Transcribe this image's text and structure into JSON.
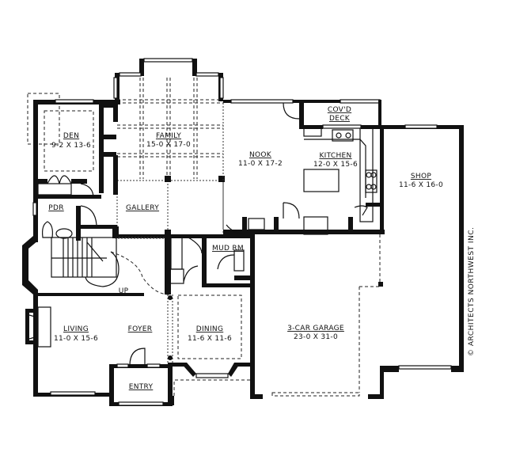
{
  "plan": {
    "type": "floor-plan",
    "rooms": [
      {
        "id": "den",
        "name": "DEN",
        "dims": "9-2 X 13-6"
      },
      {
        "id": "family",
        "name": "FAMILY",
        "dims": "15-0 X 17-0"
      },
      {
        "id": "nook",
        "name": "NOOK",
        "dims": "11-0 X 17-2"
      },
      {
        "id": "kitchen",
        "name": "KITCHEN",
        "dims": "12-0 X 15-6"
      },
      {
        "id": "covd_deck",
        "name": "COV'D",
        "name2": "DECK"
      },
      {
        "id": "shop",
        "name": "SHOP",
        "dims": "11-6 X 16-0"
      },
      {
        "id": "gallery",
        "name": "GALLERY"
      },
      {
        "id": "pdr",
        "name": "PDR"
      },
      {
        "id": "mud_rm",
        "name": "MUD RM"
      },
      {
        "id": "living",
        "name": "LIVING",
        "dims": "11-0 X 15-6"
      },
      {
        "id": "foyer",
        "name": "FOYER"
      },
      {
        "id": "dining",
        "name": "DINING",
        "dims": "11-6 X 11-6"
      },
      {
        "id": "garage",
        "name": "3-CAR GARAGE",
        "dims": "23-0 X 31-0"
      },
      {
        "id": "entry",
        "name": "ENTRY"
      }
    ],
    "stair_label": "UP",
    "copyright": "© ARCHITECTS NORTHWEST INC."
  }
}
